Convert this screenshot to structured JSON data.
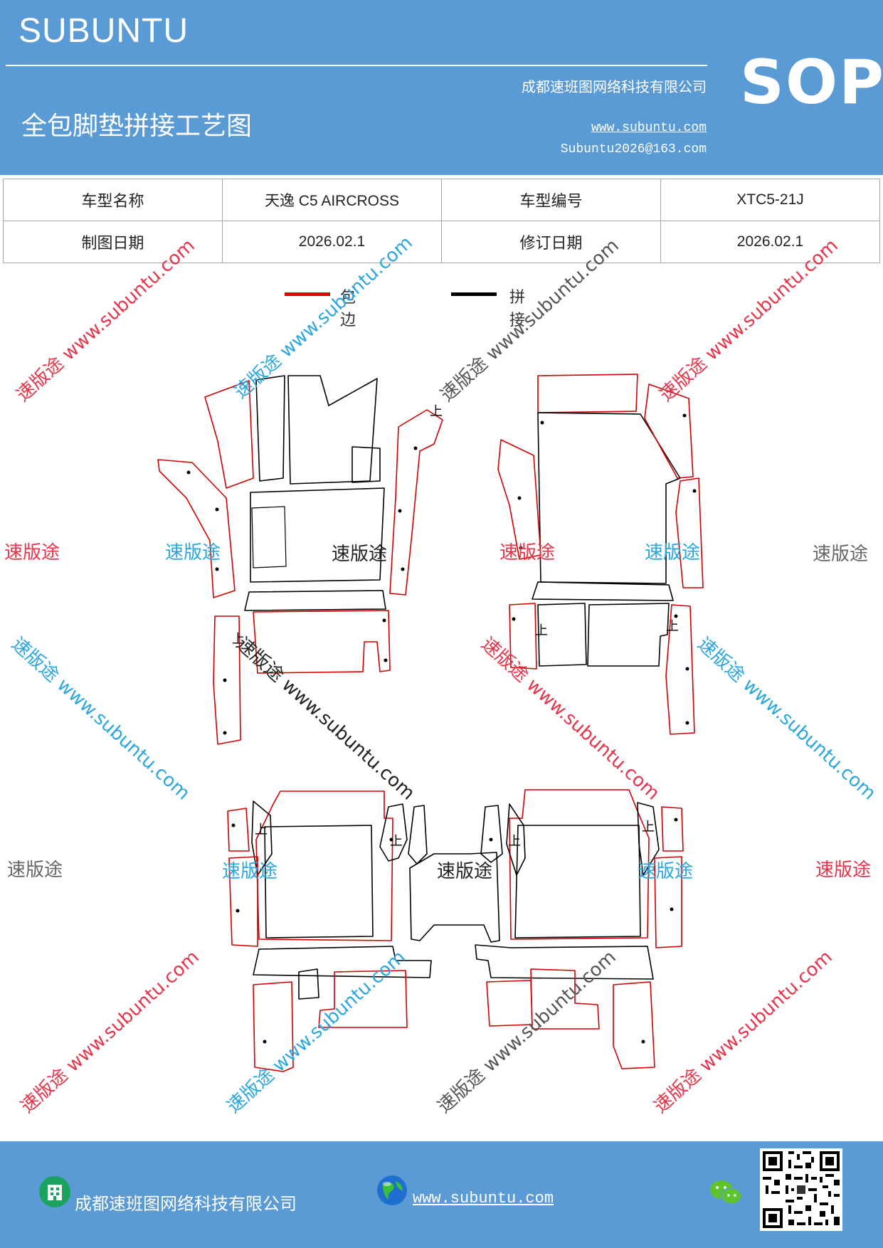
{
  "header": {
    "brand": "SUBUNTU",
    "title": "全包脚垫拼接工艺图",
    "company": "成都速班图网络科技有限公司",
    "website": "www.subuntu.com",
    "email": "Subuntu2026@163.com",
    "badge": "SOP"
  },
  "info_table": {
    "model_name_label": "车型名称",
    "model_name": "天逸  C5  AIRCROSS",
    "model_code_label": "车型编号",
    "model_code": "XTC5-21J",
    "draw_date_label": "制图日期",
    "draw_date": "2026.02.1",
    "revise_date_label": "修订日期",
    "revise_date": "2026.02.1"
  },
  "legend": {
    "edge_label": "包边",
    "edge_color": "#e00000",
    "seam_label": "拼接",
    "seam_color": "#000000"
  },
  "watermarks": {
    "brand_text": "速版途",
    "diagonal_text": "速版途 www.subuntu.com",
    "colors": {
      "red": "#e8344a",
      "blue": "#2aa6e0",
      "gray": "#666666",
      "black": "#222222"
    }
  },
  "part_marks": {
    "up_mark": "上"
  },
  "footer": {
    "company": "成都速班图网络科技有限公司",
    "website": "www.subuntu.com"
  },
  "icons": [
    "building-icon",
    "globe-icon",
    "wechat-icon",
    "qr-code"
  ]
}
